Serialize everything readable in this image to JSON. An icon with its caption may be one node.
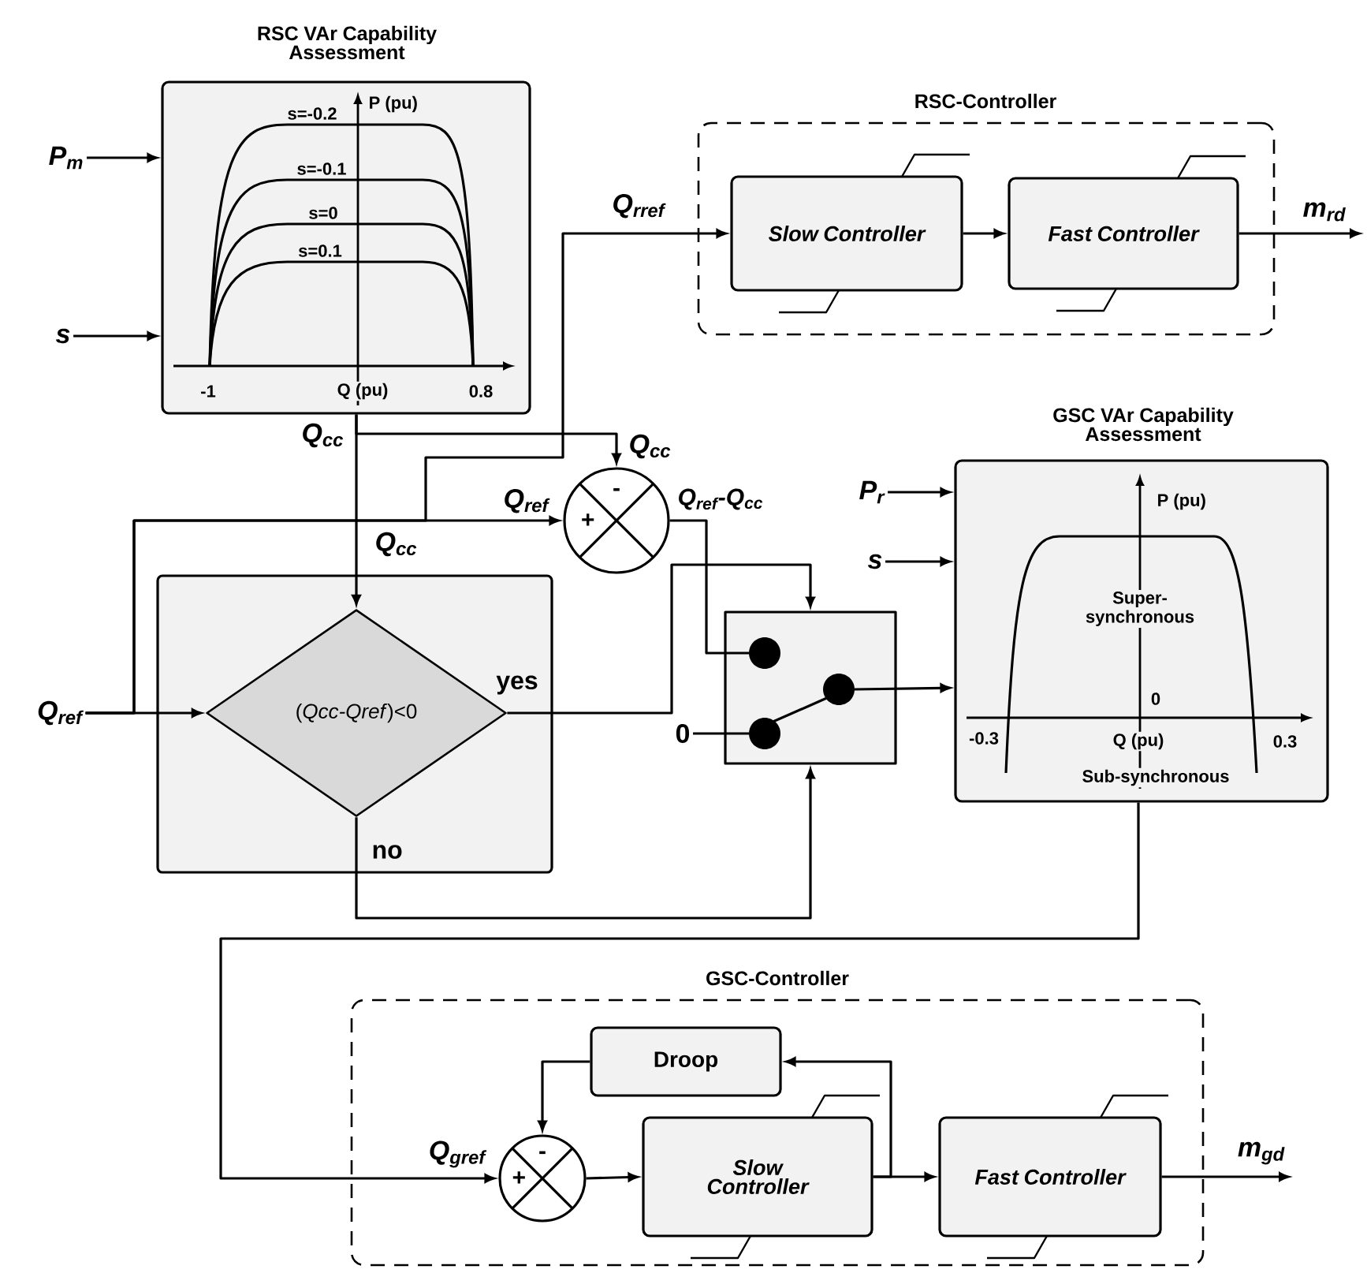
{
  "diagram": {
    "nodes": [
      {
        "text": [
          "P$_{m}$"
        ]
      },
      {
        "text": [
          "s"
        ]
      },
      {
        "text": [
          "RSC VAr Capability Assessment",
          "P (pu)",
          "s=-0.2",
          "s=-0.1",
          "s=0",
          "s=0.1",
          "-1",
          "Q (pu)",
          "0.8"
        ]
      },
      {
        "text": [
          "RSC-Controller"
        ]
      },
      {
        "text": [
          "Slow Controller"
        ],
        "in": 3
      },
      {
        "text": [
          "Fast Controller"
        ],
        "in": 3
      },
      {
        "text": [
          "-",
          "+"
        ]
      },
      {
        "text": [
          "P$_{r}$"
        ]
      },
      {
        "text": [
          "s"
        ]
      },
      {
        "text": [
          "GSC VAr Capability Assessment",
          "P (pu)",
          "Super- synchronous",
          "0",
          "-0.3",
          "Q (pu)",
          "0.3",
          "Sub-synchronous"
        ]
      },
      {
        "text": [
          "Q$_{ref}$"
        ]
      },
      {
        "text": [],
        "shape": "box"
      },
      {
        "text": [
          "(*Qcc-Qref*)<0"
        ],
        "in": 11
      },
      {
        "text": [
          "0"
        ]
      },
      {
        "text": [],
        "shape": "box"
      },
      {
        "text": [
          "GSC-Controller"
        ]
      },
      {
        "text": [
          "Droop"
        ],
        "in": 15
      },
      {
        "text": [
          "-",
          "+"
        ],
        "in": 15
      },
      {
        "text": [
          "Slow Controller"
        ],
        "in": 15
      },
      {
        "text": [
          "Fast Controller"
        ],
        "in": 15
      }
    ],
    "edges": [
      {
        "from": 0,
        "to": 2,
        "arrow": "to"
      },
      {
        "from": 1,
        "to": 2,
        "arrow": "to"
      },
      {
        "from": 2,
        "to": 12,
        "arrow": "to",
        "label": "Q$_{cc}$"
      },
      {
        "from": 2,
        "to": 6,
        "arrow": "to",
        "label": "Q$_{cc}$"
      },
      {
        "from": 10,
        "to": 12,
        "arrow": "to"
      },
      {
        "from": 10,
        "to": 6,
        "arrow": "to",
        "label": "Q$_{ref}$"
      },
      {
        "from": 10,
        "to": 4,
        "arrow": "to",
        "label": "Q$_{rref}$"
      },
      {
        "from": 4,
        "to": 5,
        "arrow": "to"
      },
      {
        "from": 5,
        "to": null,
        "arrow": "to",
        "label": "m$_{rd}$"
      },
      {
        "from": 6,
        "to": 14,
        "arrow": "none",
        "label": "Q$_{ref}$-Q$_{cc}$"
      },
      {
        "from": 12,
        "to": 14,
        "arrow": "to",
        "label": "yes"
      },
      {
        "from": 12,
        "to": 14,
        "arrow": "to",
        "label": "no"
      },
      {
        "from": 13,
        "to": 14,
        "arrow": "none"
      },
      {
        "from": 14,
        "to": 9,
        "arrow": "to"
      },
      {
        "from": 7,
        "to": 9,
        "arrow": "to"
      },
      {
        "from": 8,
        "to": 9,
        "arrow": "to"
      },
      {
        "from": 9,
        "to": 17,
        "arrow": "to",
        "label": "Q$_{gref}$"
      },
      {
        "from": 17,
        "to": 18,
        "arrow": "to"
      },
      {
        "from": 18,
        "to": 19,
        "arrow": "to"
      },
      {
        "from": 18,
        "to": 16,
        "arrow": "to"
      },
      {
        "from": 16,
        "to": 17,
        "arrow": "to"
      },
      {
        "from": 19,
        "to": null,
        "arrow": "to",
        "label": "m$_{gd}$"
      }
    ],
    "labels": [
      "Q$_{cc}$"
    ]
  }
}
